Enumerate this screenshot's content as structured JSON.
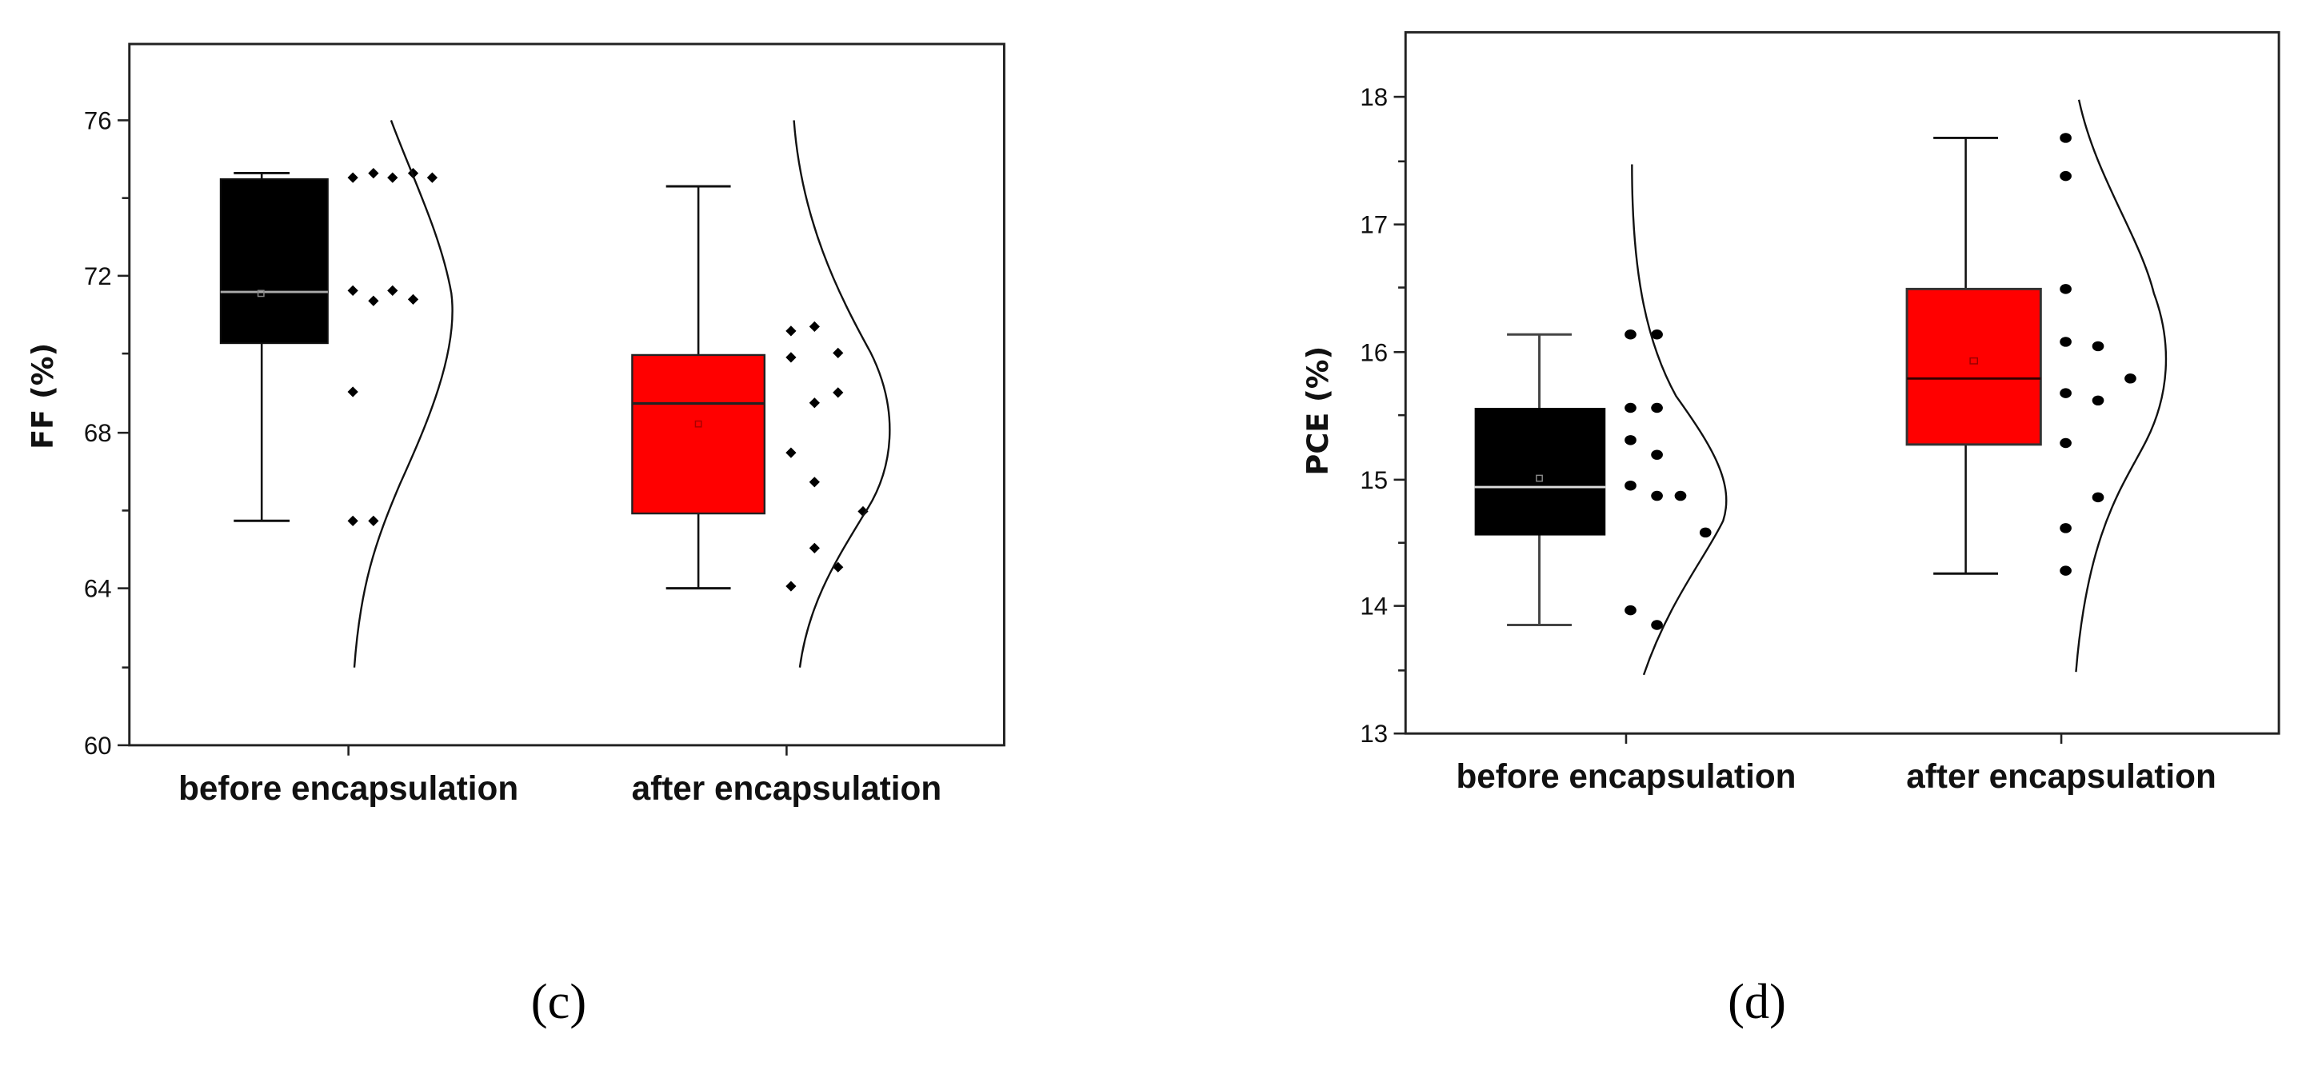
{
  "panels": [
    {
      "caption": "(c)",
      "ylabel": "FF (%)",
      "yticks": [
        "60",
        "64",
        "68",
        "72",
        "76"
      ],
      "categories": [
        "before encapsulation",
        "after encapsulation"
      ]
    },
    {
      "caption": "(d)",
      "ylabel": "PCE (%)",
      "yticks": [
        "13",
        "14",
        "15",
        "16",
        "17",
        "18"
      ],
      "categories": [
        "before encapsulation",
        "after encapsulation"
      ]
    }
  ],
  "colors": {
    "before": "#000000",
    "after": "#ff0000",
    "points": "#000000",
    "curve": "#000000"
  },
  "chart_data": [
    {
      "type": "box",
      "title": "(c)",
      "xlabel": "",
      "ylabel": "FF (%)",
      "ylim": [
        60,
        78
      ],
      "yticks": [
        60,
        64,
        68,
        72,
        76
      ],
      "grid": false,
      "legend": null,
      "categories": [
        "before encapsulation",
        "after encapsulation"
      ],
      "series": [
        {
          "name": "before encapsulation",
          "color": "#000000",
          "whisker_low": 65.75,
          "q1": 70.3,
          "median": 71.6,
          "mean": 71.5,
          "q3": 74.55,
          "whisker_high": 74.7,
          "points": [
            74.55,
            74.7,
            74.55,
            74.7,
            74.55,
            71.6,
            71.35,
            71.65,
            71.4,
            69.0,
            65.75,
            65.75
          ],
          "distribution_curve": {
            "type": "normal",
            "range": [
              62,
              76
            ]
          }
        },
        {
          "name": "after encapsulation",
          "color": "#ff0000",
          "whisker_low": 64.0,
          "q1": 65.9,
          "median": 68.7,
          "mean": 68.2,
          "q3": 70.0,
          "whisker_high": 74.35,
          "points": [
            70.55,
            70.65,
            69.9,
            70.0,
            68.7,
            68.95,
            67.45,
            66.7,
            65.9,
            65.0,
            64.5,
            64.0
          ],
          "distribution_curve": {
            "type": "normal",
            "range": [
              62,
              76
            ]
          }
        }
      ]
    },
    {
      "type": "box",
      "title": "(d)",
      "xlabel": "",
      "ylabel": "PCE (%)",
      "ylim": [
        13,
        18.5
      ],
      "yticks": [
        13,
        14,
        15,
        16,
        17,
        18
      ],
      "grid": false,
      "legend": null,
      "categories": [
        "before encapsulation",
        "after encapsulation"
      ],
      "series": [
        {
          "name": "before encapsulation",
          "color": "#000000",
          "whisker_low": 13.87,
          "q1": 14.58,
          "median": 14.94,
          "mean": 15.0,
          "q3": 15.58,
          "whisker_high": 16.15,
          "points": [
            16.15,
            16.15,
            15.58,
            15.58,
            15.31,
            15.2,
            14.95,
            14.88,
            14.88,
            14.58,
            13.98,
            13.87
          ],
          "distribution_curve": {
            "type": "normal",
            "range": [
              13.5,
              17.5
            ]
          }
        },
        {
          "name": "after encapsulation",
          "color": "#ff0000",
          "whisker_low": 14.28,
          "q1": 15.28,
          "median": 15.8,
          "mean": 15.92,
          "q3": 16.5,
          "whisker_high": 17.7,
          "points": [
            17.7,
            17.4,
            16.5,
            16.08,
            16.05,
            15.8,
            15.68,
            15.62,
            15.28,
            14.87,
            14.63,
            14.28
          ],
          "distribution_curve": {
            "type": "normal",
            "range": [
              13.5,
              18.0
            ]
          }
        }
      ]
    }
  ]
}
